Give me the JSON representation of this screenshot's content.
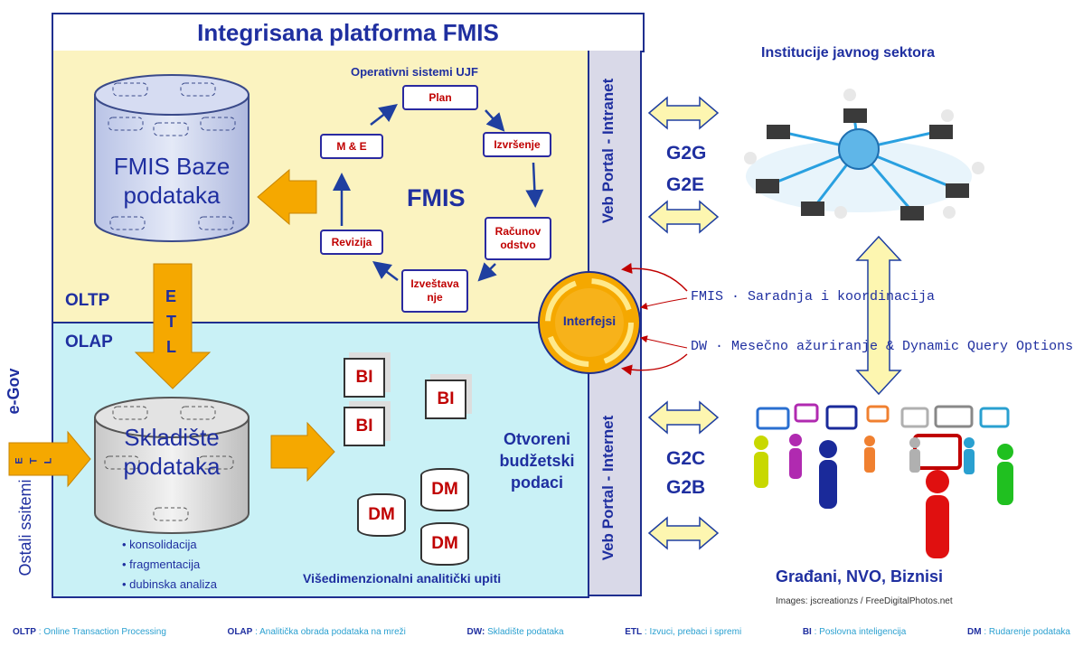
{
  "platform": {
    "title": "Integrisana platforma FMIS",
    "oltp_label": "OLTP",
    "olap_label": "OLAP",
    "fmis_db": "FMIS Baze podataka",
    "warehouse": "Skladište podataka",
    "etl_letters": [
      "E",
      "T",
      "L"
    ],
    "ops_title": "Operativni sistemi UJF",
    "fmis": "FMIS",
    "cycle": [
      "Plan",
      "Izvršenje",
      "Računov odstvo",
      "Izveštava nje",
      "Revizija",
      "M & E"
    ],
    "bullets": [
      "konsolidacija",
      "fragmentacija",
      "dubinska analiza"
    ],
    "bi_label": "BI",
    "dm_label": "DM",
    "open_data": "Otvoreni budžetski podaci",
    "multidim": "Višedimenzionalni analitički upiti",
    "interfaces": "Interfejsi",
    "portal_intranet": "Veb Portal - Intranet",
    "portal_internet": "Veb Portal - Internet"
  },
  "left_side": {
    "egov": "e-Gov",
    "other_systems": "Ostali ssitemi",
    "etl_side": [
      "E",
      "T",
      "L"
    ]
  },
  "right_side": {
    "public_sector": "Institucije javnog sektora",
    "g2g": "G2G",
    "g2e": "G2E",
    "g2c": "G2C",
    "g2b": "G2B",
    "fmis_link": "FMIS · Saradnja i koordinacija",
    "dw_link": "DW · Mesečno ažuriranje & Dynamic Query Options",
    "citizens": "Građani, NVO, Biznisi",
    "credit": "Images: jscreationzs / FreeDigitalPhotos.net"
  },
  "legend": [
    {
      "abbr": "OLTP",
      "text": " : Online Transaction Processing"
    },
    {
      "abbr": "OLAP",
      "text": " : Analitička obrada podataka na mreži"
    },
    {
      "abbr": "DW:",
      "text": " Skladište podataka"
    },
    {
      "abbr": "ETL",
      "text": " : Izvuci, prebaci i spremi"
    },
    {
      "abbr": "BI",
      "text": " : Poslovna inteligencija"
    },
    {
      "abbr": "DM",
      "text": " : Rudarenje podataka"
    }
  ],
  "colors": {
    "navy": "#1f2fa0",
    "arrow_orange": "#f5a800",
    "yellow_bg": "#fbf3c0",
    "cyan_bg": "#c9f1f6",
    "red_text": "#c00000"
  }
}
